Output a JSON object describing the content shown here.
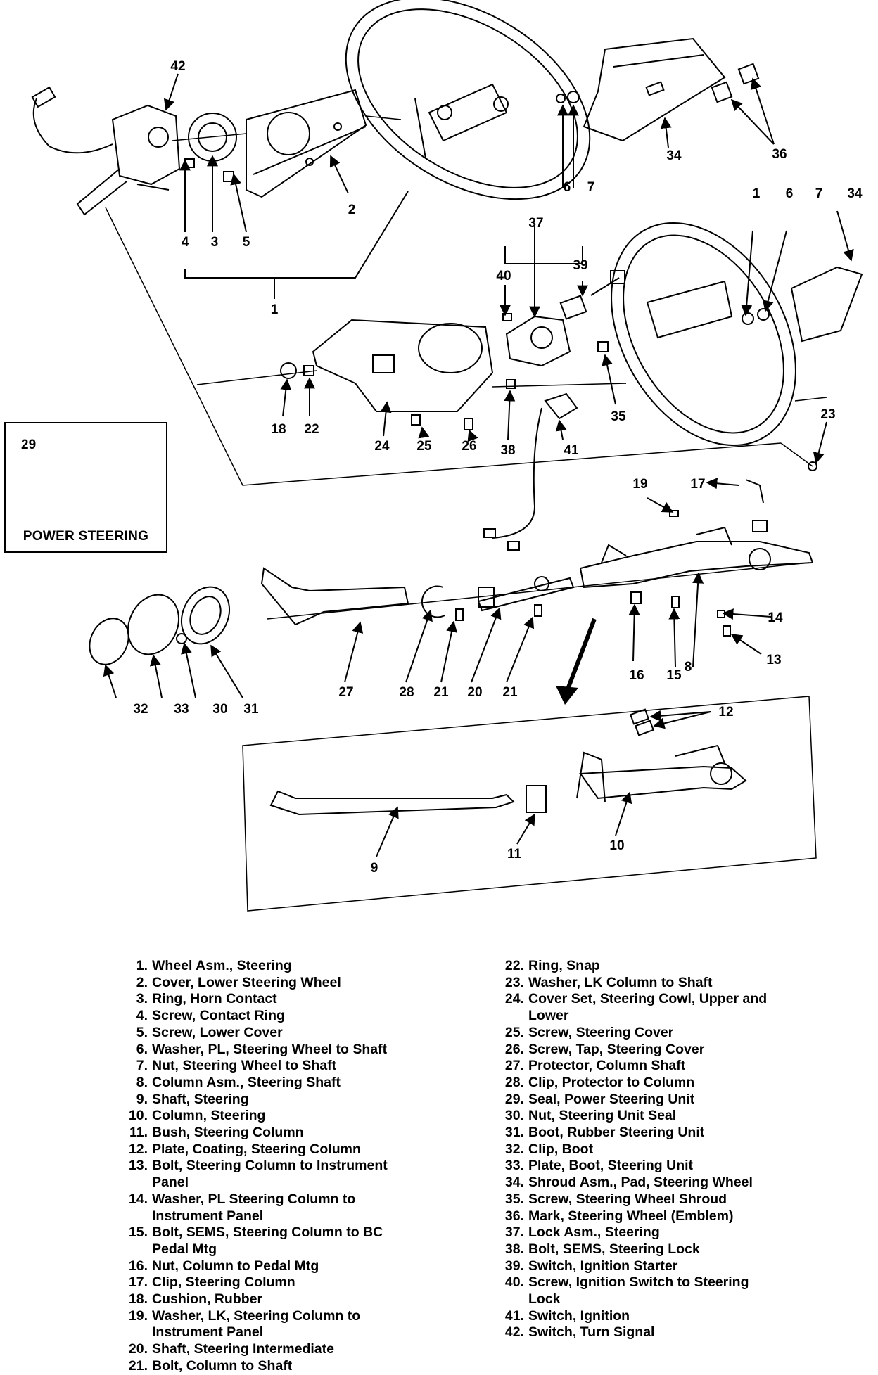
{
  "callouts": {
    "c42": "42",
    "c4": "4",
    "c3": "3",
    "c5": "5",
    "c2": "2",
    "c1a": "1",
    "c6a": "6",
    "c7a": "7",
    "c34a": "34",
    "c36": "36",
    "c1b": "1",
    "c6b": "6",
    "c7b": "7",
    "c34b": "34",
    "c37": "37",
    "c40": "40",
    "c39": "39",
    "c18": "18",
    "c22": "22",
    "c24": "24",
    "c25": "25",
    "c26": "26",
    "c38": "38",
    "c41": "41",
    "c35": "35",
    "c23": "23",
    "c19": "19",
    "c17": "17",
    "c14": "14",
    "c13": "13",
    "c16": "16",
    "c15": "15",
    "c8": "8",
    "c32": "32",
    "c33": "33",
    "c30": "30",
    "c31": "31",
    "c27": "27",
    "c28": "28",
    "c21a": "21",
    "c20": "20",
    "c21b": "21",
    "c12": "12",
    "c9": "9",
    "c11": "11",
    "c10": "10"
  },
  "inset": {
    "number": "29",
    "title": "POWER STEERING"
  },
  "legend_left": [
    {
      "n": "1.",
      "t": "Wheel Asm., Steering"
    },
    {
      "n": "2.",
      "t": "Cover, Lower Steering Wheel"
    },
    {
      "n": "3.",
      "t": "Ring, Horn Contact"
    },
    {
      "n": "4.",
      "t": "Screw, Contact Ring"
    },
    {
      "n": "5.",
      "t": "Screw, Lower Cover"
    },
    {
      "n": "6.",
      "t": "Washer, PL, Steering Wheel to Shaft"
    },
    {
      "n": "7.",
      "t": "Nut, Steering Wheel to Shaft"
    },
    {
      "n": "8.",
      "t": "Column Asm., Steering Shaft"
    },
    {
      "n": "9.",
      "t": "Shaft, Steering"
    },
    {
      "n": "10.",
      "t": "Column, Steering"
    },
    {
      "n": "11.",
      "t": "Bush, Steering Column"
    },
    {
      "n": "12.",
      "t": "Plate, Coating, Steering Column"
    },
    {
      "n": "13.",
      "t": "Bolt, Steering Column to Instrument"
    },
    {
      "n": "",
      "t": "Panel"
    },
    {
      "n": "14.",
      "t": "Washer, PL Steering Column to"
    },
    {
      "n": "",
      "t": "Instrument Panel"
    },
    {
      "n": "15.",
      "t": "Bolt, SEMS, Steering Column to BC"
    },
    {
      "n": "",
      "t": "Pedal Mtg"
    },
    {
      "n": "16.",
      "t": "Nut, Column to Pedal Mtg"
    },
    {
      "n": "17.",
      "t": "Clip, Steering Column"
    },
    {
      "n": "18.",
      "t": "Cushion, Rubber"
    },
    {
      "n": "19.",
      "t": "Washer, LK, Steering Column to"
    },
    {
      "n": "",
      "t": "Instrument Panel"
    },
    {
      "n": "20.",
      "t": "Shaft, Steering Intermediate"
    },
    {
      "n": "21.",
      "t": "Bolt, Column to Shaft"
    }
  ],
  "legend_right": [
    {
      "n": "22.",
      "t": "Ring, Snap"
    },
    {
      "n": "23.",
      "t": "Washer, LK Column to Shaft"
    },
    {
      "n": "24.",
      "t": "Cover Set, Steering Cowl, Upper and"
    },
    {
      "n": "",
      "t": "Lower"
    },
    {
      "n": "25.",
      "t": "Screw, Steering Cover"
    },
    {
      "n": "26.",
      "t": "Screw, Tap, Steering Cover"
    },
    {
      "n": "27.",
      "t": "Protector, Column Shaft"
    },
    {
      "n": "28.",
      "t": "Clip, Protector to Column"
    },
    {
      "n": "29.",
      "t": "Seal, Power Steering Unit"
    },
    {
      "n": "30.",
      "t": "Nut, Steering Unit Seal"
    },
    {
      "n": "31.",
      "t": "Boot, Rubber Steering Unit"
    },
    {
      "n": "32.",
      "t": "Clip, Boot"
    },
    {
      "n": "33.",
      "t": "Plate, Boot, Steering Unit"
    },
    {
      "n": "34.",
      "t": "Shroud Asm., Pad, Steering Wheel"
    },
    {
      "n": "35.",
      "t": "Screw, Steering Wheel Shroud"
    },
    {
      "n": "36.",
      "t": "Mark, Steering Wheel (Emblem)"
    },
    {
      "n": "37.",
      "t": "Lock Asm., Steering"
    },
    {
      "n": "38.",
      "t": "Bolt, SEMS, Steering Lock"
    },
    {
      "n": "39.",
      "t": "Switch, Ignition Starter"
    },
    {
      "n": "40.",
      "t": "Screw, Ignition Switch to Steering"
    },
    {
      "n": "",
      "t": "Lock"
    },
    {
      "n": "41.",
      "t": "Switch, Ignition"
    },
    {
      "n": "42.",
      "t": "Switch, Turn Signal"
    }
  ]
}
